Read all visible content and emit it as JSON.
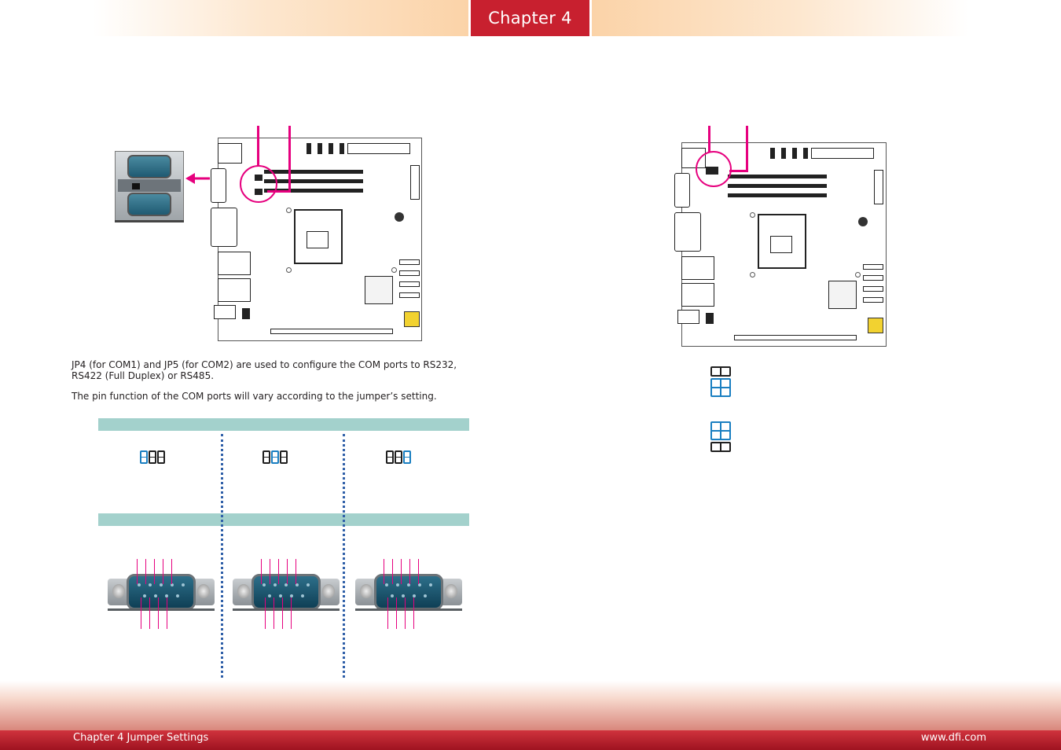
{
  "header": {
    "chapter_label": "Chapter 4"
  },
  "content": {
    "paragraph_1": "JP4 (for COM1) and JP5 (for COM2) are used to configure the COM ports to RS232, RS422 (Full Duplex) or RS485.",
    "paragraph_2": "The pin function of the COM ports will vary according to the jumper’s setting."
  },
  "jumper_table": {
    "selected_pins": [
      "1-2",
      "3-4",
      "5-6"
    ]
  },
  "jumper_right": {
    "upper_selected": "bottom",
    "lower_selected": "top"
  },
  "colors": {
    "accent": "#c8202f",
    "highlight": "#e6007e",
    "jumper_selected": "#1a7fc1",
    "table_bar": "#a3d1cc"
  },
  "footer": {
    "left_text": "Chapter 4 Jumper Settings",
    "right_text": "www.dfi.com"
  }
}
